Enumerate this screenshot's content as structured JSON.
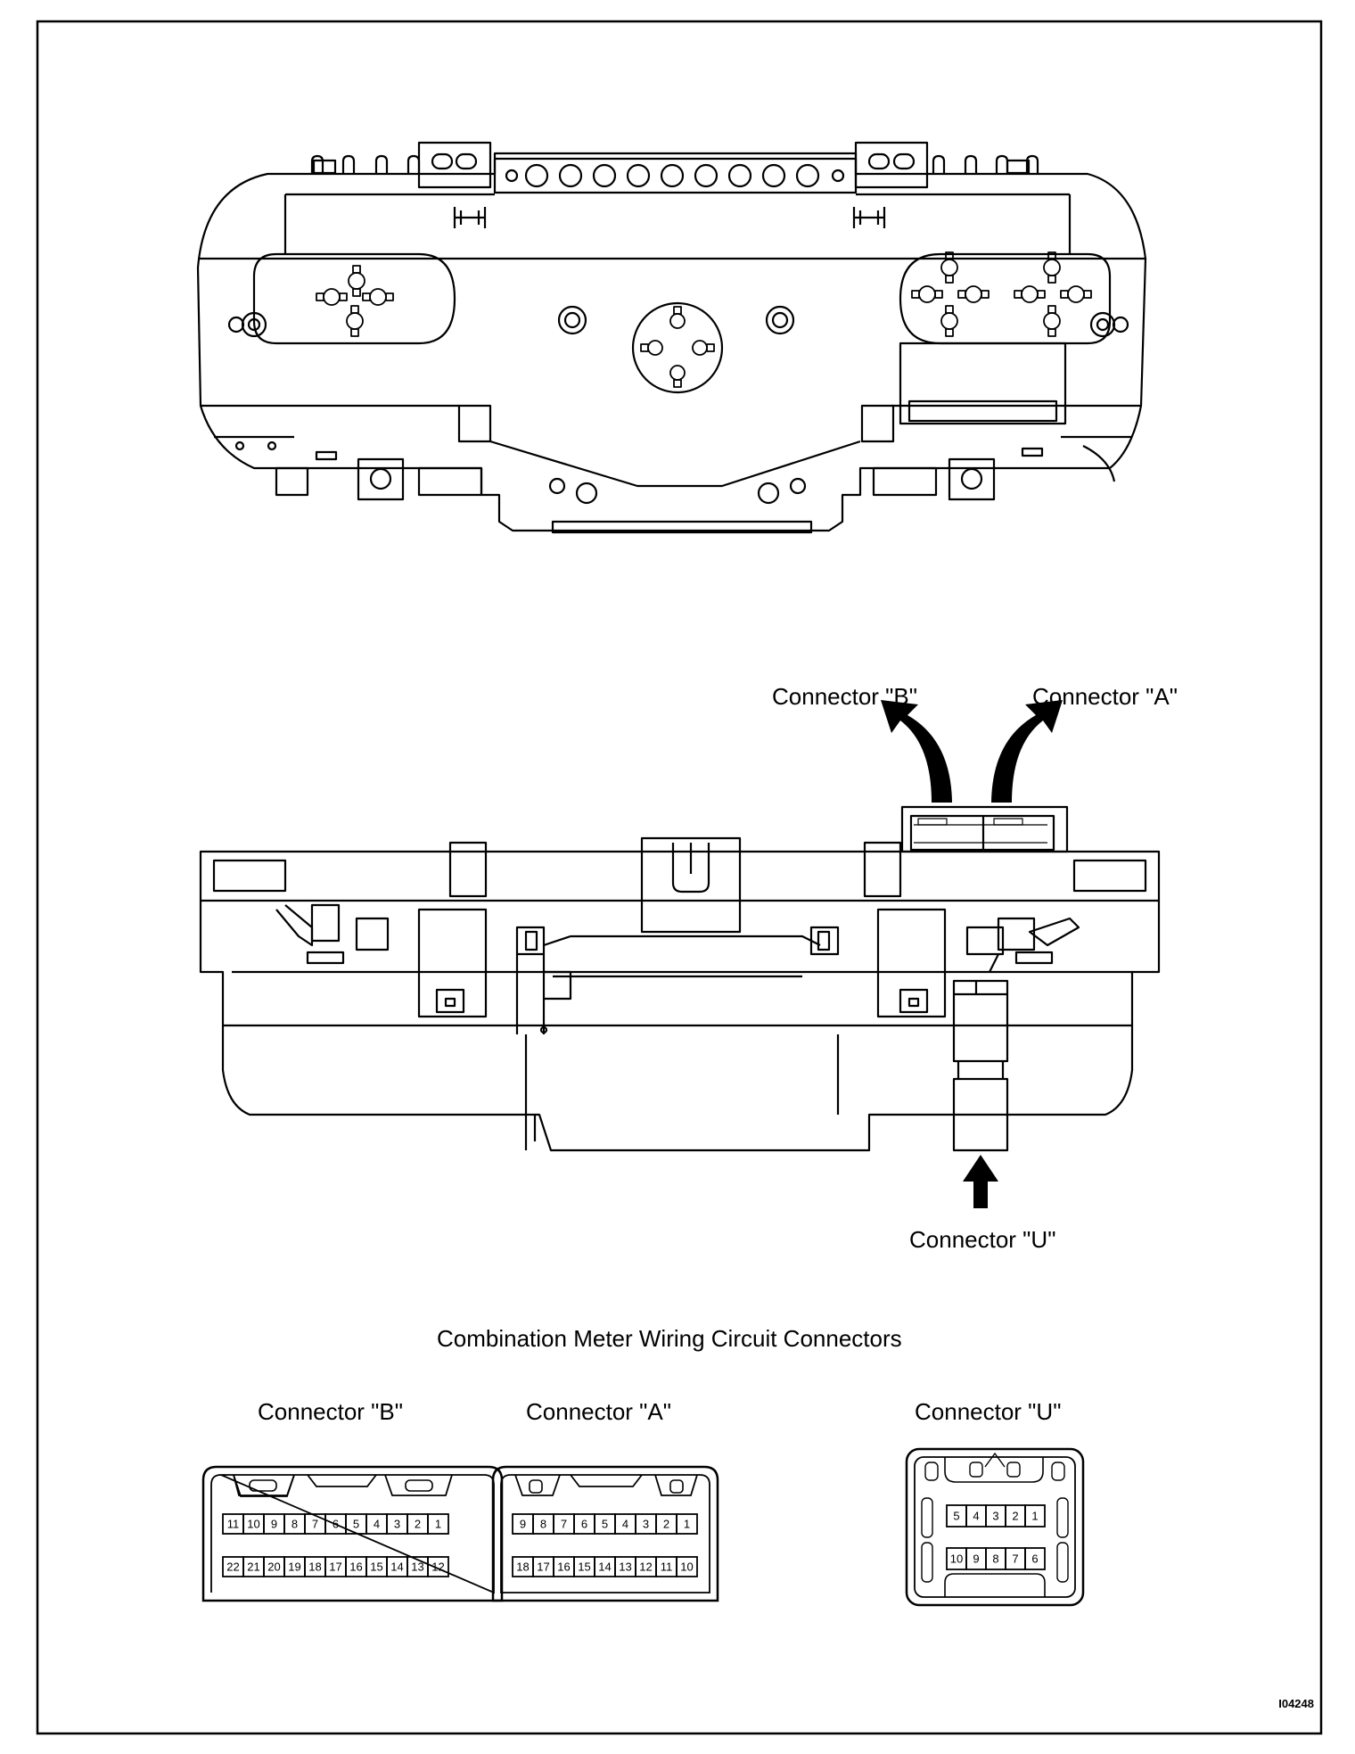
{
  "figure_id": "I04248",
  "callouts": {
    "connector_b": "Connector \"B\"",
    "connector_a": "Connector \"A\"",
    "connector_u": "Connector \"U\""
  },
  "section_title": "Combination Meter Wiring Circuit Connectors",
  "connector_views": {
    "b": {
      "label": "Connector \"B\"",
      "top_row": [
        "11",
        "10",
        "9",
        "8",
        "7",
        "6",
        "5",
        "4",
        "3",
        "2",
        "1"
      ],
      "bottom_row": [
        "22",
        "21",
        "20",
        "19",
        "18",
        "17",
        "16",
        "15",
        "14",
        "13",
        "12"
      ]
    },
    "a": {
      "label": "Connector \"A\"",
      "top_row": [
        "9",
        "8",
        "7",
        "6",
        "5",
        "4",
        "3",
        "2",
        "1"
      ],
      "bottom_row": [
        "18",
        "17",
        "16",
        "15",
        "14",
        "13",
        "12",
        "11",
        "10"
      ]
    },
    "u": {
      "label": "Connector \"U\"",
      "top_row": [
        "5",
        "4",
        "3",
        "2",
        "1"
      ],
      "bottom_row": [
        "10",
        "9",
        "8",
        "7",
        "6"
      ]
    }
  }
}
